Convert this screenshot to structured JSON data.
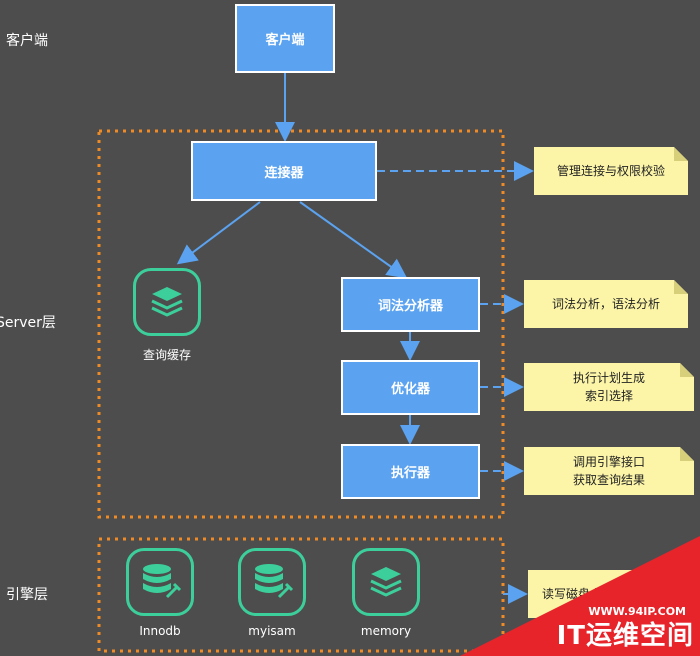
{
  "layers": {
    "client": "客户端",
    "server": "Server层",
    "engine": "引擎层"
  },
  "boxes": {
    "client": "客户端",
    "connector": "连接器",
    "lexer": "词法分析器",
    "optimizer": "优化器",
    "executor": "执行器"
  },
  "cache_label": "查询缓存",
  "notes": {
    "connector": "管理连接与权限校验",
    "lexer": "词法分析，语法分析",
    "optimizer_line1": "执行计划生成",
    "optimizer_line2": "索引选择",
    "executor_line1": "调用引擎接口",
    "executor_line2": "获取查询结果",
    "engine": "读写磁盘 数"
  },
  "engines": [
    {
      "label": "Innodb",
      "icon": "database-wrench-icon"
    },
    {
      "label": "myisam",
      "icon": "database-wrench-icon"
    },
    {
      "label": "memory",
      "icon": "layers-icon"
    }
  ],
  "colors": {
    "background": "#4d4d4d",
    "box": "#5ba3f0",
    "note": "#fcf5a8",
    "dotted_border": "#f08a24",
    "icon": "#3ccf9b",
    "arrow": "#5ba3f0",
    "watermark": "#e8242b"
  },
  "watermark": {
    "url": "WWW.94IP.COM",
    "name": "IT运维空间"
  }
}
